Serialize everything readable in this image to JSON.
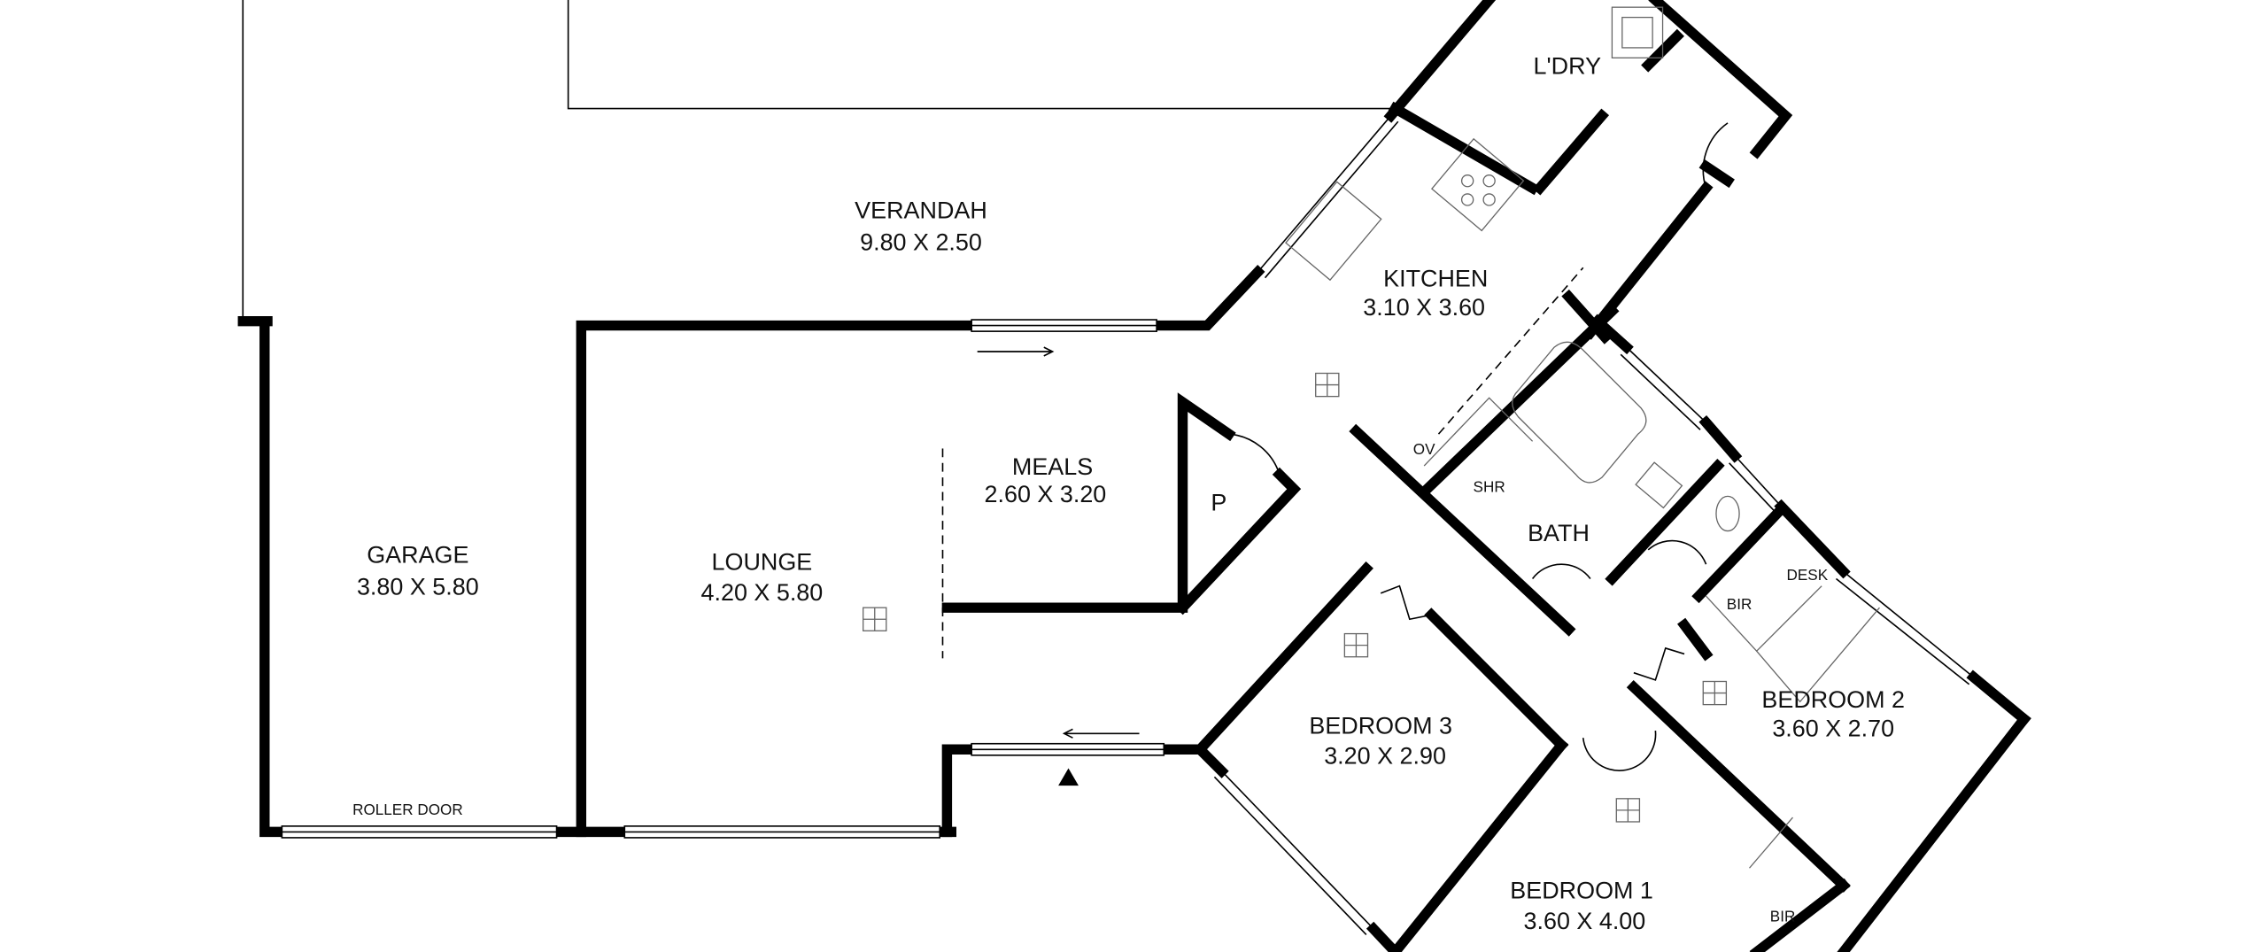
{
  "rooms": {
    "verandah": {
      "name": "VERANDAH",
      "size": "9.80 X 2.50"
    },
    "kitchen": {
      "name": "KITCHEN",
      "size": "3.10 X 3.60"
    },
    "meals": {
      "name": "MEALS",
      "size": "2.60 X 3.20"
    },
    "garage": {
      "name": "GARAGE",
      "size": "3.80 X 5.80"
    },
    "lounge": {
      "name": "LOUNGE",
      "size": "4.20 X 5.80"
    },
    "bedroom3": {
      "name": "BEDROOM 3",
      "size": "3.20 X 2.90"
    },
    "bedroom2": {
      "name": "BEDROOM 2",
      "size": "3.60 X 2.70"
    },
    "bedroom1": {
      "name": "BEDROOM 1",
      "size": "3.60 X 4.00"
    },
    "bath": {
      "name": "BATH"
    },
    "laundry": {
      "name": "L'DRY"
    },
    "pantry": {
      "name": "P"
    }
  },
  "labels": {
    "shower": "SHR",
    "oven": "OV",
    "bir_bed2": "BIR",
    "desk": "DESK",
    "bir_bed1": "BIR",
    "roller_door": "ROLLER DOOR"
  }
}
